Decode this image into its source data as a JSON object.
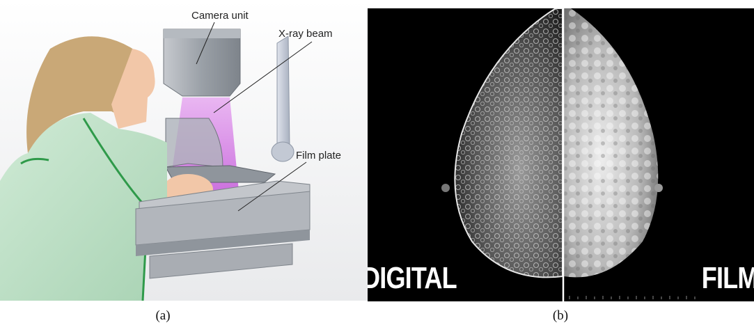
{
  "figure": {
    "panel_a": {
      "caption": "(a)",
      "labels": {
        "camera_unit": "Camera unit",
        "xray_beam": "X-ray beam",
        "film_plate": "Film plate"
      }
    },
    "panel_b": {
      "caption": "(b)",
      "left_label": "DIGITAL",
      "right_label": "FILM"
    }
  },
  "colors": {
    "gown": "#bfe3c8",
    "gown_trim": "#2f9a4a",
    "beam": "#d070e0",
    "skin": "#f2c7a8",
    "hair": "#c9a877",
    "machine": "#9ea3aa"
  }
}
